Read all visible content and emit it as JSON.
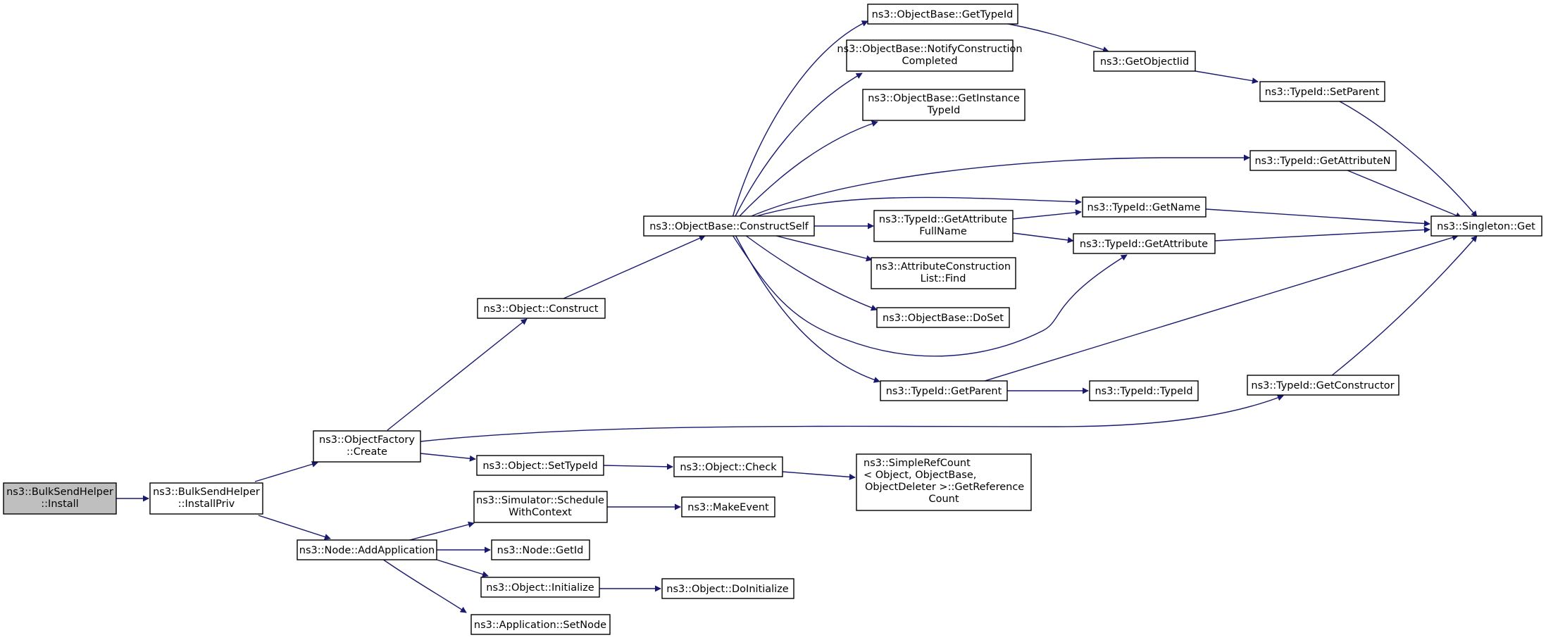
{
  "colors": {
    "edge": "#191970",
    "root_fill": "#bfbfbf",
    "node_fill": "#ffffff",
    "border": "#000000"
  },
  "nodes": [
    {
      "id": "bulk_install",
      "lines": [
        "ns3::BulkSendHelper",
        "::Install"
      ],
      "root": true
    },
    {
      "id": "bulk_installpriv",
      "lines": [
        "ns3::BulkSendHelper",
        "::InstallPriv"
      ]
    },
    {
      "id": "objfactory_create",
      "lines": [
        "ns3::ObjectFactory",
        "::Create"
      ]
    },
    {
      "id": "node_addapp",
      "lines": [
        "ns3::Node::AddApplication"
      ]
    },
    {
      "id": "object_construct",
      "lines": [
        "ns3::Object::Construct"
      ]
    },
    {
      "id": "object_settypeid",
      "lines": [
        "ns3::Object::SetTypeId"
      ]
    },
    {
      "id": "sim_schedule",
      "lines": [
        "ns3::Simulator::Schedule",
        "WithContext"
      ]
    },
    {
      "id": "node_getid",
      "lines": [
        "ns3::Node::GetId"
      ]
    },
    {
      "id": "object_initialize",
      "lines": [
        "ns3::Object::Initialize"
      ]
    },
    {
      "id": "app_setnode",
      "lines": [
        "ns3::Application::SetNode"
      ]
    },
    {
      "id": "constructself",
      "lines": [
        "ns3::ObjectBase::ConstructSelf"
      ]
    },
    {
      "id": "object_check",
      "lines": [
        "ns3::Object::Check"
      ]
    },
    {
      "id": "makeevent",
      "lines": [
        "ns3::MakeEvent"
      ]
    },
    {
      "id": "object_doinit",
      "lines": [
        "ns3::Object::DoInitialize"
      ]
    },
    {
      "id": "ob_gettypeid",
      "lines": [
        "ns3::ObjectBase::GetTypeId"
      ]
    },
    {
      "id": "ob_notify",
      "lines": [
        "ns3::ObjectBase::NotifyConstruction",
        "Completed"
      ]
    },
    {
      "id": "ob_getinstance",
      "lines": [
        "ns3::ObjectBase::GetInstance",
        "TypeId"
      ]
    },
    {
      "id": "tid_getattrfull",
      "lines": [
        "ns3::TypeId::GetAttribute",
        "FullName"
      ]
    },
    {
      "id": "acl_find",
      "lines": [
        "ns3::AttributeConstruction",
        "List::Find"
      ]
    },
    {
      "id": "ob_doset",
      "lines": [
        "ns3::ObjectBase::DoSet"
      ]
    },
    {
      "id": "tid_getparent",
      "lines": [
        "ns3::TypeId::GetParent"
      ]
    },
    {
      "id": "simplerefcount",
      "lines": [
        "ns3::SimpleRefCount",
        "< Object, ObjectBase,",
        "ObjectDeleter >::GetReference",
        "Count"
      ]
    },
    {
      "id": "getobjectiid",
      "lines": [
        "ns3::GetObjectIid"
      ]
    },
    {
      "id": "tid_getname",
      "lines": [
        "ns3::TypeId::GetName"
      ]
    },
    {
      "id": "tid_getattribute",
      "lines": [
        "ns3::TypeId::GetAttribute"
      ]
    },
    {
      "id": "tid_typeid",
      "lines": [
        "ns3::TypeId::TypeId"
      ]
    },
    {
      "id": "tid_setparent",
      "lines": [
        "ns3::TypeId::SetParent"
      ]
    },
    {
      "id": "tid_getattrn",
      "lines": [
        "ns3::TypeId::GetAttributeN"
      ]
    },
    {
      "id": "tid_getconstructor",
      "lines": [
        "ns3::TypeId::GetConstructor"
      ]
    },
    {
      "id": "singleton_get",
      "lines": [
        "ns3::Singleton::Get"
      ]
    }
  ]
}
